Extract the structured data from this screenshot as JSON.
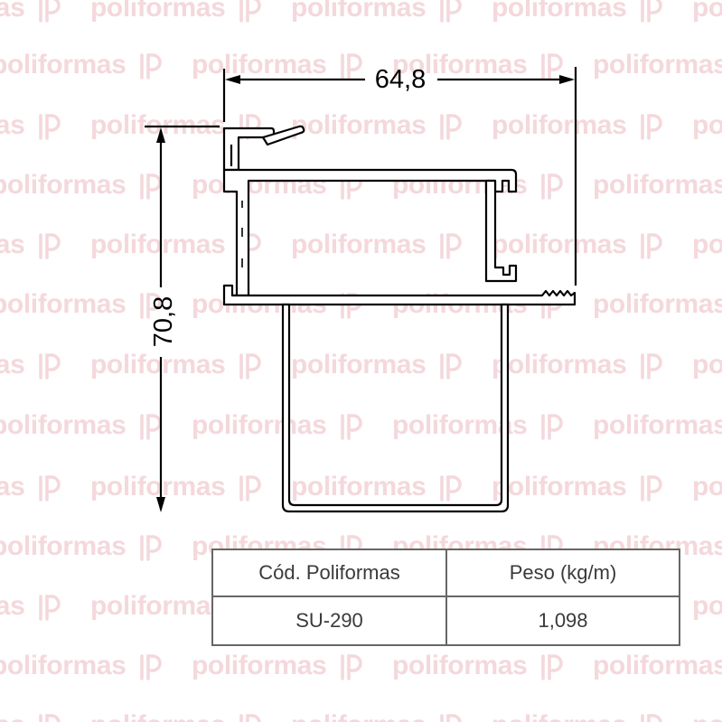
{
  "watermark": {
    "brand": "poliformas",
    "color": "#f4d8dc",
    "logo_icon": "poliformas-logo-icon"
  },
  "drawing": {
    "profile_icon": "aluminium-profile-section",
    "width_dimension": "64,8",
    "height_dimension": "70,8",
    "line_color": "#000000"
  },
  "spec_table": {
    "headers": {
      "code": "Cód. Poliformas",
      "weight": "Peso (kg/m)"
    },
    "row": {
      "code": "SU-290",
      "weight": "1,098"
    },
    "border_color": "#666666",
    "text_color": "#3a3a3a"
  }
}
